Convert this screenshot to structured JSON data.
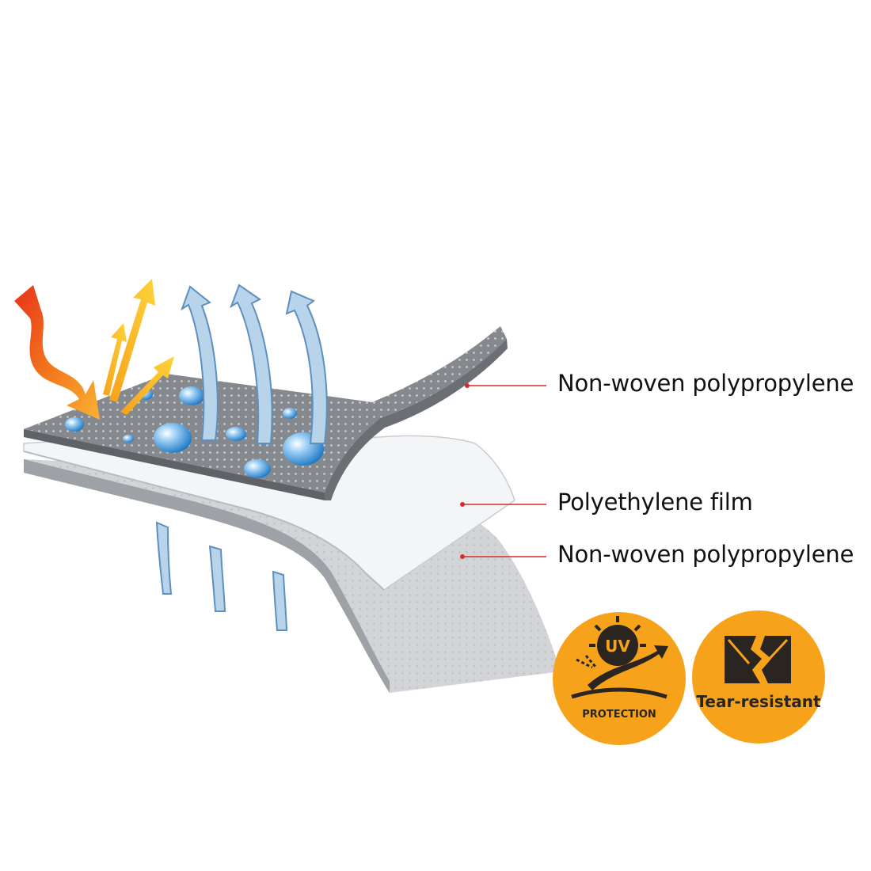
{
  "layers": [
    {
      "label": "Non-woven polypropylene",
      "color": "#8a8d91"
    },
    {
      "label": "Polyethylene film",
      "color": "#eceff1"
    },
    {
      "label": "Non-woven polypropylene",
      "color": "#c3c6ca"
    }
  ],
  "badges": {
    "uv": {
      "icon_text": "UV",
      "label": "PROTECTION"
    },
    "tear": {
      "label": "Tear-resistant"
    }
  },
  "colors": {
    "leader_line": "#d62c2c",
    "badge_fill": "#f7a21b",
    "vapor_arrow": "#b8d4ea",
    "heat_arrow": "#f5a623"
  }
}
